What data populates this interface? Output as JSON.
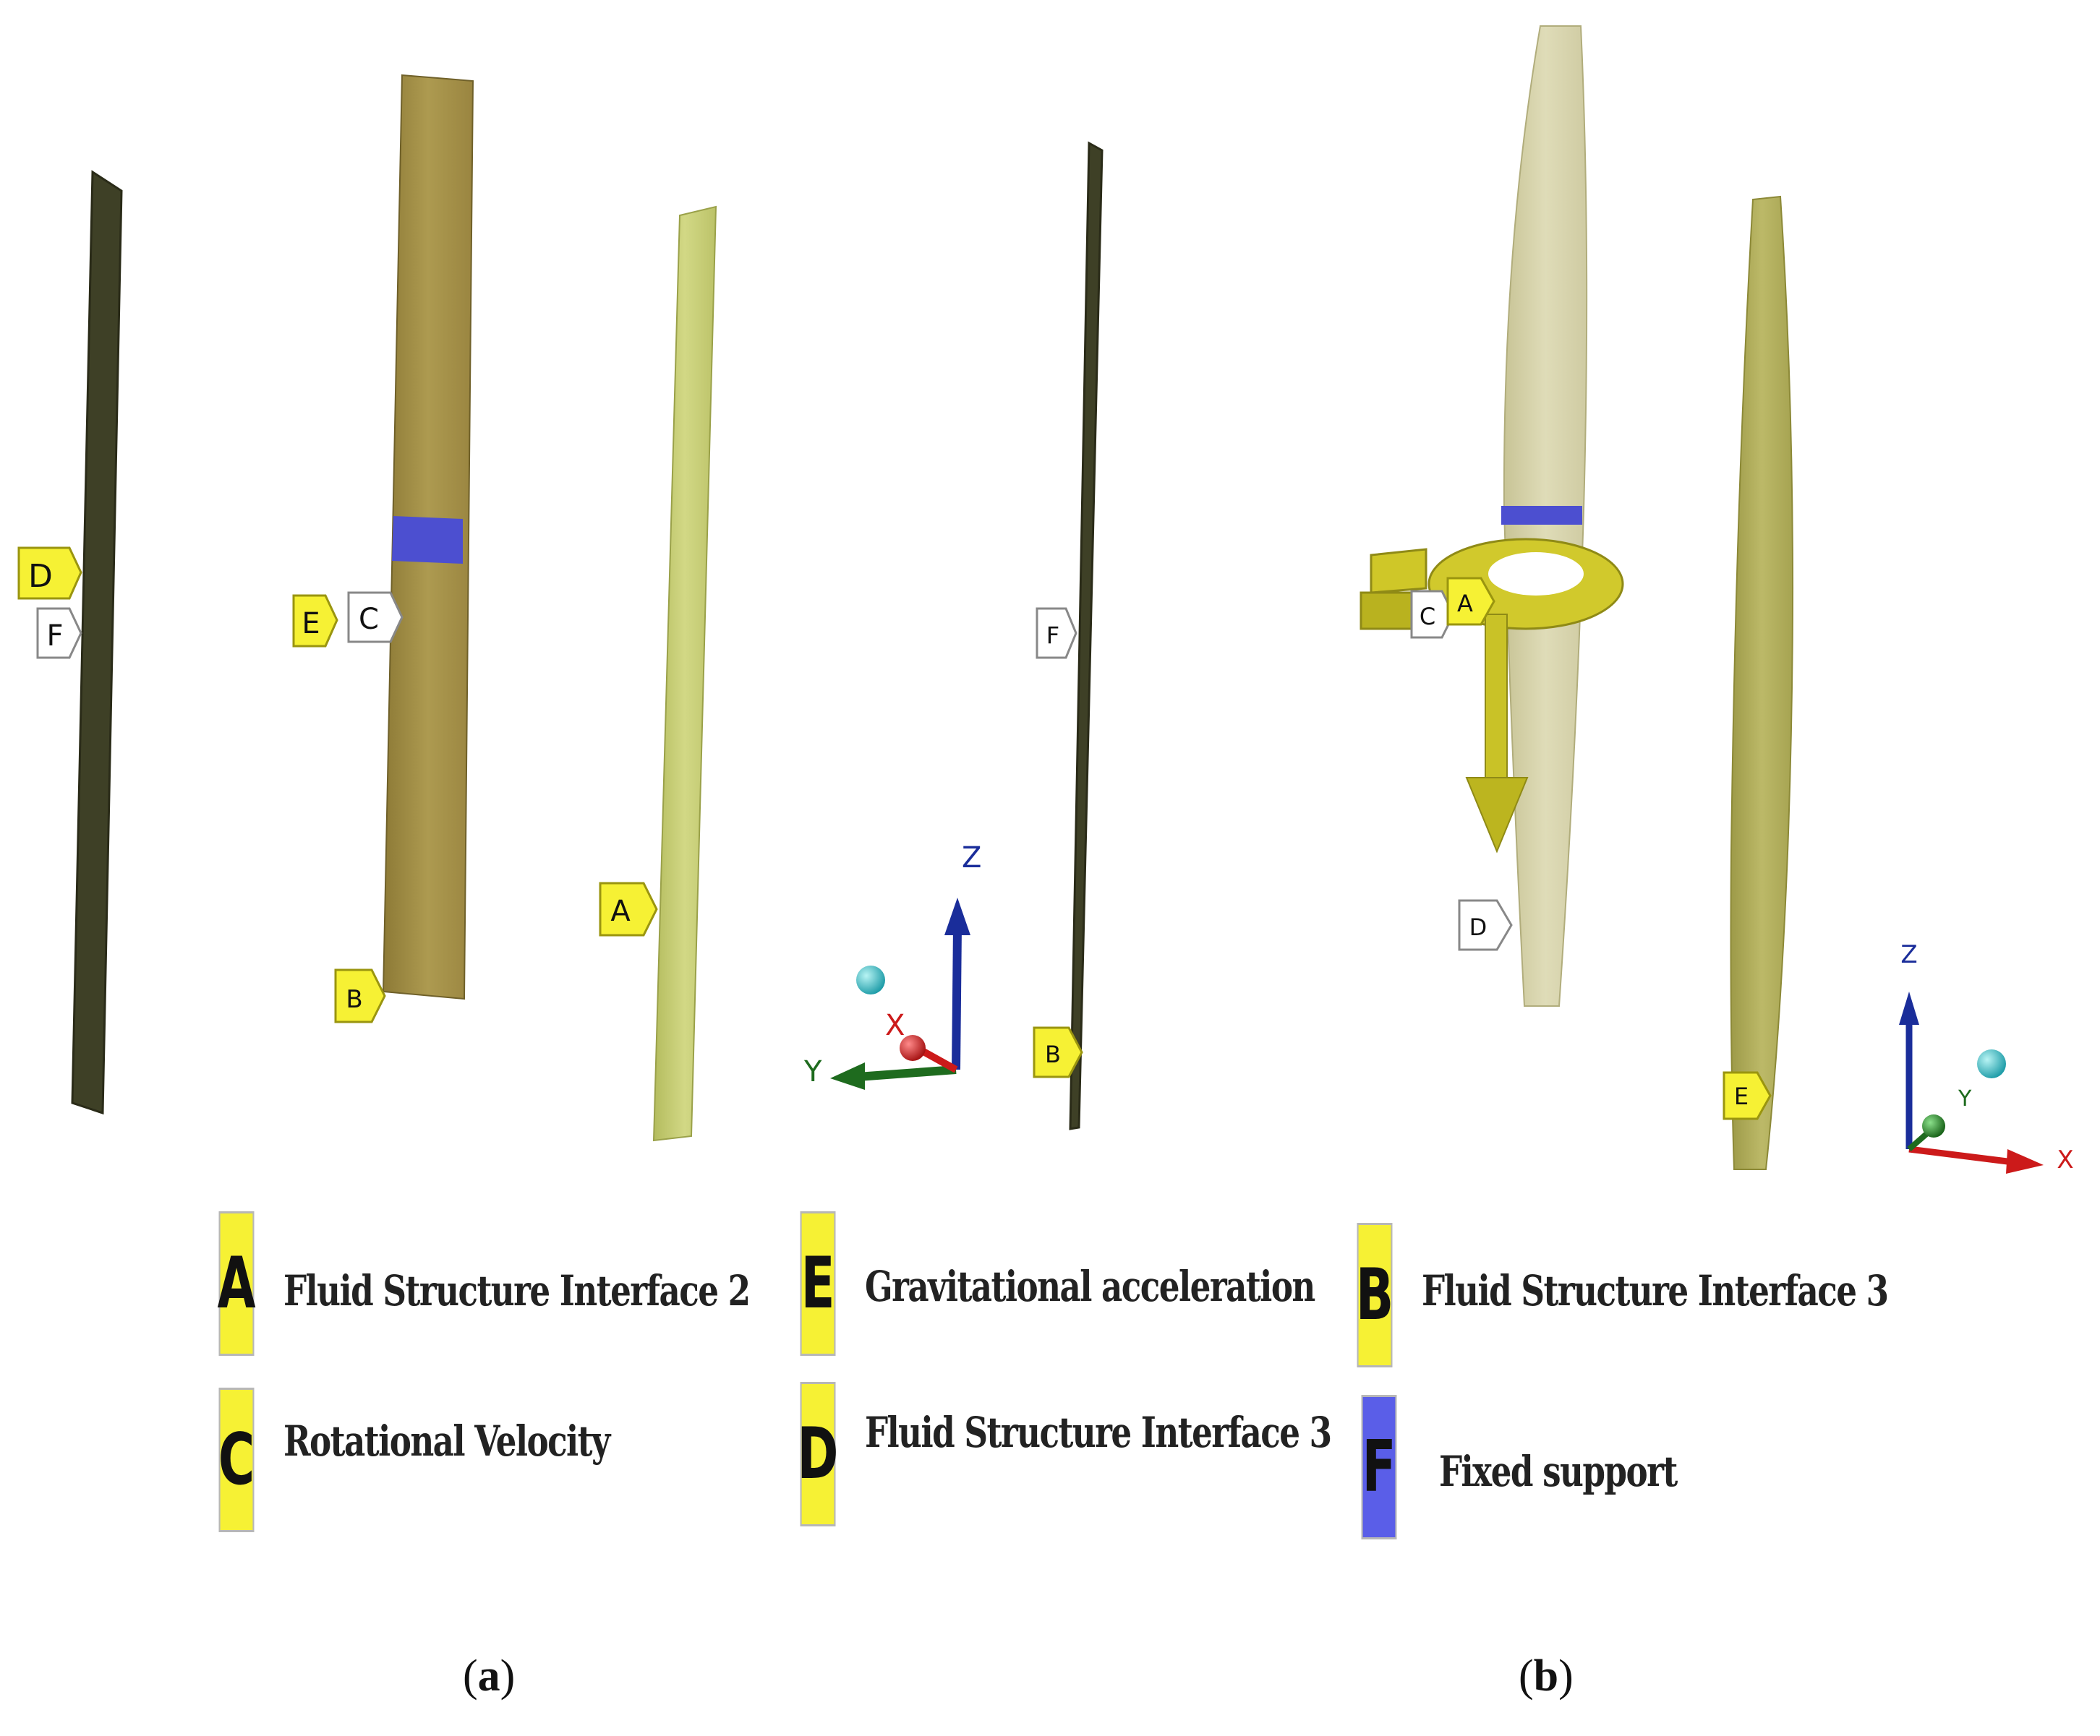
{
  "panel_a": {
    "tags": {
      "D": "D",
      "F": "F",
      "E": "E",
      "C": "C",
      "B": "B",
      "A": "A"
    },
    "axes": {
      "z": "Z",
      "y": "Y",
      "x": "X"
    },
    "caption_open": "(",
    "caption_letter": "a",
    "caption_close": ")"
  },
  "panel_b": {
    "tags": {
      "F": "F",
      "B": "B",
      "C": "C",
      "A": "A",
      "D": "D",
      "E": "E"
    },
    "axes": {
      "z": "Z",
      "y": "Y",
      "x": "X"
    },
    "caption_open": "(",
    "caption_letter": "b",
    "caption_close": ")"
  },
  "legend": [
    {
      "letter": "A",
      "label": "Fluid Structure Interface 2",
      "color": "#f6f134"
    },
    {
      "letter": "E",
      "label": "Gravitational acceleration",
      "color": "#f6f134"
    },
    {
      "letter": "B",
      "label": "Fluid Structure Interface 3",
      "color": "#f6f134"
    },
    {
      "letter": "C",
      "label": "Rotational Velocity",
      "color": "#f6f134"
    },
    {
      "letter": "D",
      "label": "Fluid Structure Interface 3",
      "color": "#f6f134"
    },
    {
      "letter": "F",
      "label": "Fixed support",
      "color": "#5a5ee8"
    }
  ],
  "colors": {
    "blade_dark": "#3e4026",
    "blade_tan": "#a48f45",
    "blade_green": "#c9cf74",
    "blade_pale": "#d6d3a8",
    "blade_olive": "#b5b25f",
    "support_band": "#4c4fd0",
    "tag_yellow": "#f6f134",
    "axis_z": "#1a2d9a",
    "axis_y": "#1e6b1e",
    "axis_x": "#cc1a1a"
  }
}
